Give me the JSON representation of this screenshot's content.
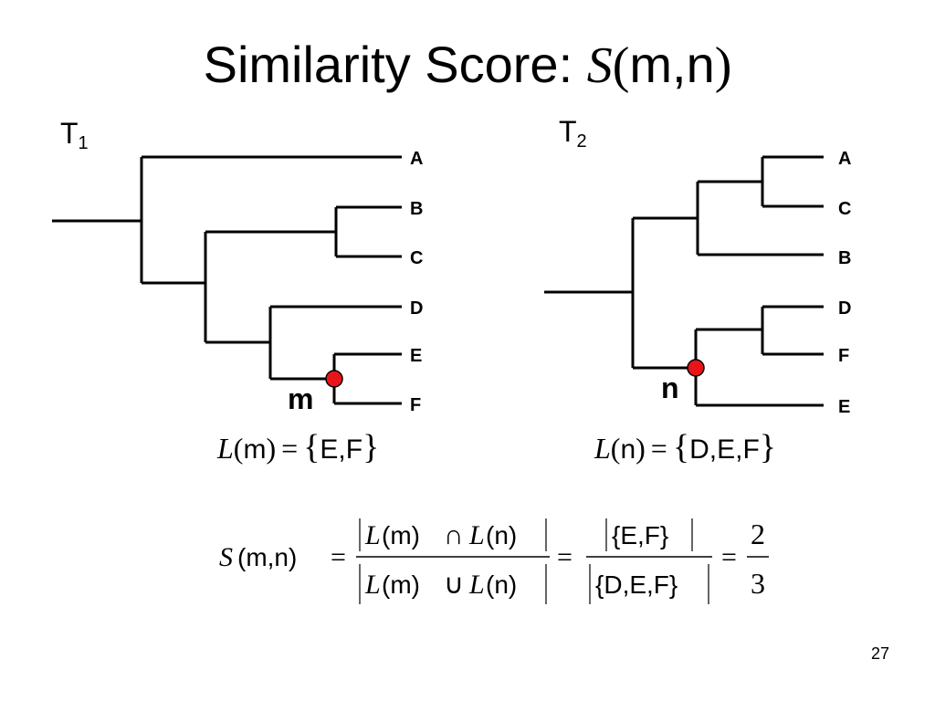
{
  "slide": {
    "title_text": "Similarity Score: ",
    "title_S": "S",
    "title_open": "(",
    "title_args": "m,n",
    "title_close": ")",
    "page_number": "27"
  },
  "tree1": {
    "label_main": "T",
    "label_sub": "1",
    "leaves": [
      "A",
      "B",
      "C",
      "D",
      "E",
      "F"
    ],
    "node_label": "m"
  },
  "tree2": {
    "label_main": "T",
    "label_sub": "2",
    "leaves": [
      "A",
      "C",
      "B",
      "D",
      "F",
      "E"
    ],
    "node_label": "n"
  },
  "leafset_m": {
    "L": "L",
    "open": "(",
    "arg": "m",
    "close": ")",
    "eq": "=",
    "lbrace": "{",
    "members": "E,F",
    "rbrace": "}"
  },
  "leafset_n": {
    "L": "L",
    "open": "(",
    "arg": "n",
    "close": ")",
    "eq": "=",
    "lbrace": "{",
    "members": "D,E,F",
    "rbrace": "}"
  },
  "score_formula": {
    "S": "S",
    "args": "(m,n)",
    "eq": "=",
    "num1_L1": "L",
    "num1_a1": "(m)",
    "num1_op": "∩",
    "num1_L2": "L",
    "num1_a2": "(n)",
    "den1_L1": "L",
    "den1_a1": "(m)",
    "den1_op": "∪",
    "den1_L2": "L",
    "den1_a2": "(n)",
    "num2": "{E,F}",
    "den2": "{D,E,F}",
    "num3": "2",
    "den3": "3"
  },
  "colors": {
    "line": "#000000",
    "node_fill": "#e8141a"
  }
}
